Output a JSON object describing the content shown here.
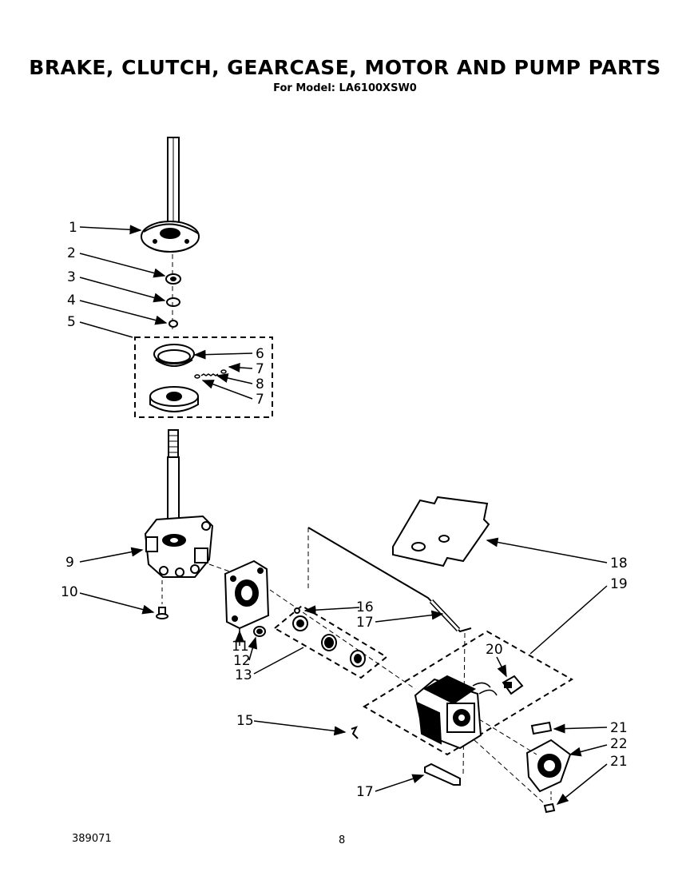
{
  "title": "BRAKE, CLUTCH, GEARCASE, MOTOR AND PUMP PARTS",
  "subtitle": "For Model: LA6100XSW0",
  "callouts": [
    "1",
    "2",
    "3",
    "4",
    "5",
    "6",
    "7",
    "8",
    "7",
    "9",
    "10",
    "11",
    "12",
    "13",
    "15",
    "16",
    "17",
    "17",
    "18",
    "19",
    "20",
    "21",
    "22",
    "21"
  ],
  "footer": {
    "doc_number": "389071",
    "page_number": "8"
  }
}
